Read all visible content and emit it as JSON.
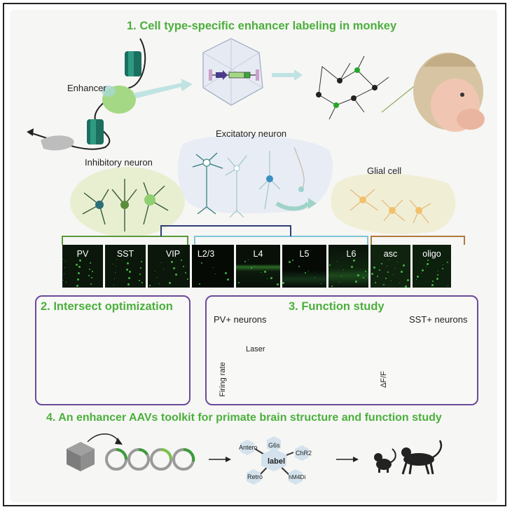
{
  "section1": {
    "title": "1. Cell type-specific enhancer labeling in monkey"
  },
  "labels": {
    "enhancer": "Enhancer",
    "excitatory": "Excitatory neuron",
    "inhibitory": "Inhibitory neuron",
    "glial": "Glial cell"
  },
  "panels": [
    "PV",
    "SST",
    "VIP",
    "L2/3",
    "L4",
    "L5",
    "L6",
    "asc",
    "oligo"
  ],
  "section2": {
    "title": "2. Intersect optimization"
  },
  "section3": {
    "title": "3. Function study",
    "pv": "PV+ neurons",
    "sst": "SST+ neurons",
    "laser": "Laser",
    "firing": "Firing rate",
    "dff": "ΔF/F"
  },
  "section4": {
    "title": "4. An enhancer AAVs toolkit for primate brain structure and function study",
    "center": "label",
    "petals": [
      "G6s",
      "ChR2",
      "hM4Di",
      "Retro",
      "Antero"
    ]
  },
  "colors": {
    "title_green": "#4caf3d",
    "box_purple": "#6a4b9a",
    "teal": "#1a7a66",
    "inhib_bracket": "#5a9a3a",
    "excit_bracket": "#7ec6d6",
    "glial_bracket": "#b07a3a",
    "root_bracket": "#2f3f77"
  }
}
